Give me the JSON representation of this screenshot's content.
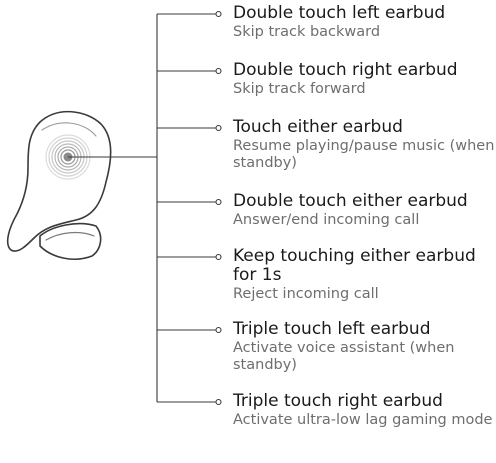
{
  "gestures": [
    {
      "action": "Double touch left earbud",
      "result": "Skip track backward"
    },
    {
      "action": "Double touch right earbud",
      "result": "Skip track forward"
    },
    {
      "action": "Touch either earbud",
      "result": "Resume playing/pause music (when standby)"
    },
    {
      "action": "Double touch either earbud",
      "result": "Answer/end incoming call"
    },
    {
      "action": "Keep touching either earbud for 1s",
      "result": "Reject incoming call"
    },
    {
      "action": "Triple touch left earbud",
      "result": "Activate voice assistant (when standby)"
    },
    {
      "action": "Triple touch right earbud",
      "result": "Activate ultra-low lag gaming mode"
    }
  ],
  "colors": {
    "ink": "#1a1a1a",
    "muted": "#6e6e6e",
    "line": "#3a3a3a",
    "touch_ring": "#cfcfcf",
    "touch_center": "#8a8a8a"
  },
  "icons": {
    "earbud": "earbud-illustration",
    "touch_area": "fingerprint-touch-icon"
  }
}
